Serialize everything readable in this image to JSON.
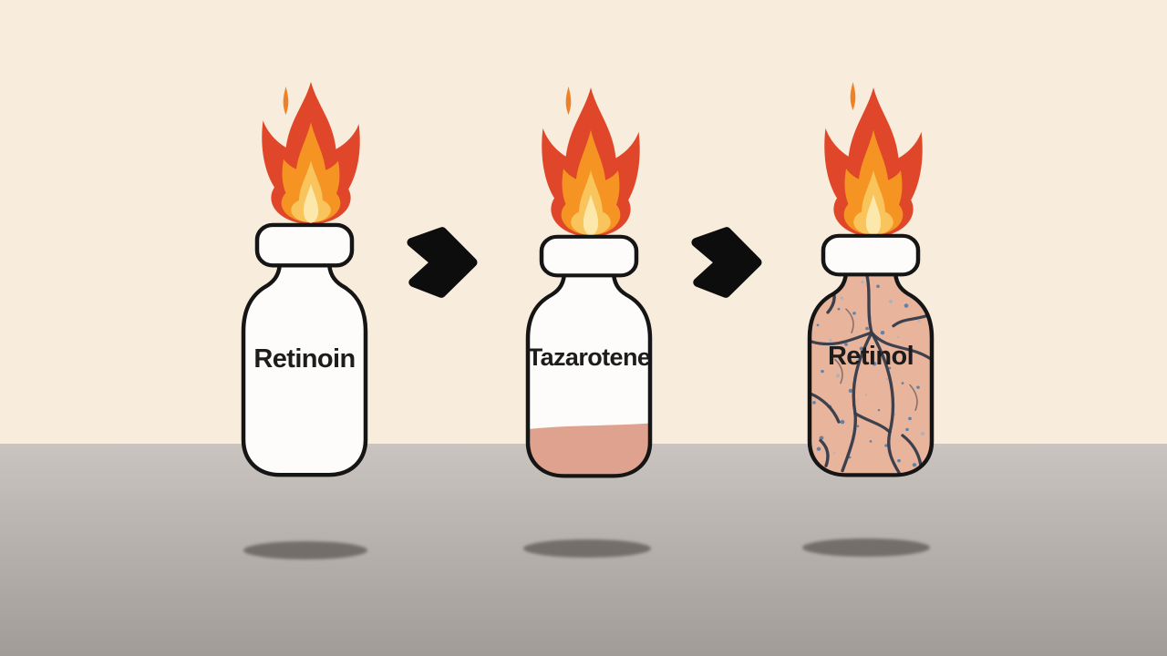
{
  "scene": {
    "wall_color": "#f8ecdc",
    "floor_top_color": "#c9c4bf",
    "floor_bottom_color": "#a19c97"
  },
  "bottles": [
    {
      "label": "Retinoin",
      "contents": "empty-white",
      "flame": true
    },
    {
      "label": "Tazarotene",
      "contents": "low-liquid",
      "flame": true
    },
    {
      "label": "Retinol",
      "contents": "cracked-skin-texture",
      "flame": true
    }
  ],
  "arrows": {
    "count": 2,
    "direction": "right"
  },
  "colors": {
    "wall": "#f8ecdc",
    "floor_top": "#c9c4bf",
    "floor_bottom": "#a19c97",
    "outline": "#151515",
    "bottle_fill": "#fdfcfa",
    "label": "#1c1c1c",
    "flame_outer": "#e0472a",
    "flame_mid": "#f59422",
    "flame_inner": "#f9c45c",
    "flame_core": "#fde8ac",
    "spark": "#f08026",
    "arrow": "#0d0d0d",
    "shadow": "#6b6661",
    "liquid": "#dfa28e",
    "skin": "#e9b49c",
    "crack": "#333b49",
    "speckle_blue": "#4a79aa",
    "speckle_light": "#8fb0cf"
  }
}
